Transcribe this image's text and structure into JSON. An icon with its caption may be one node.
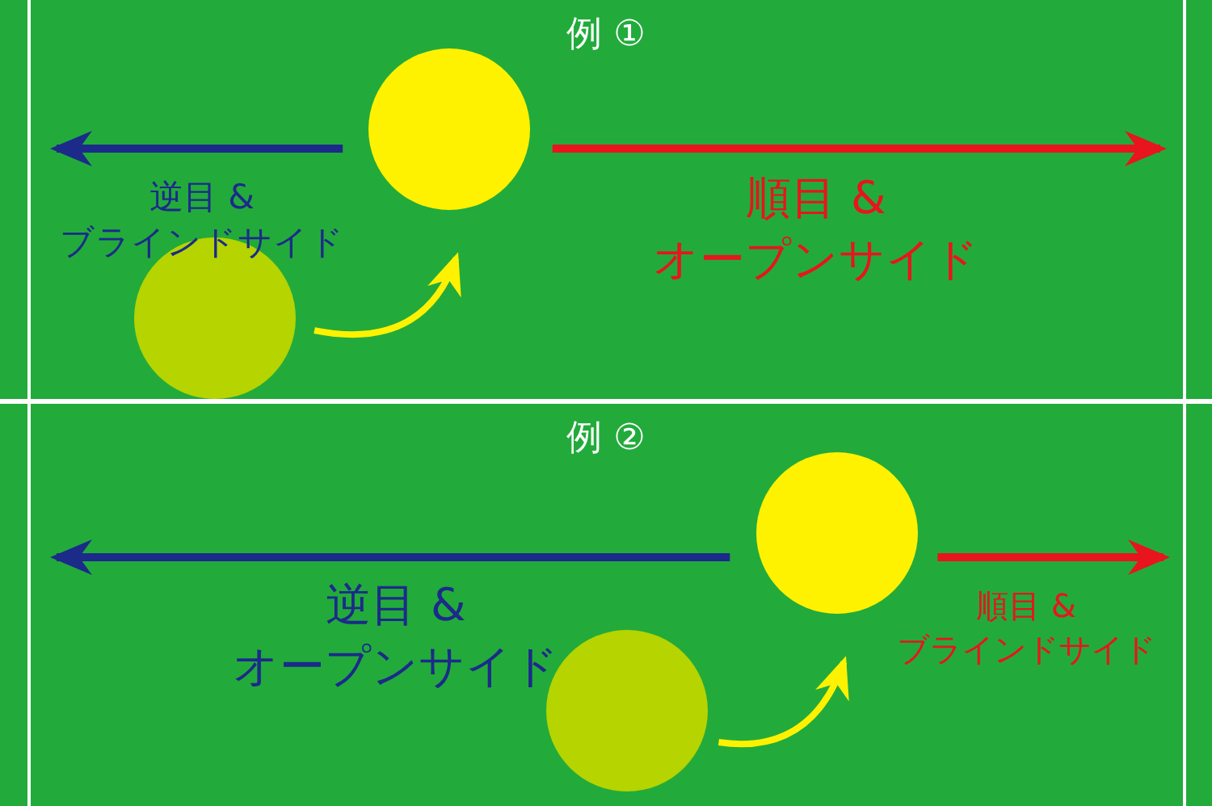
{
  "diagram": {
    "nodes": [
      {
        "text": [
          "例 ①"
        ]
      },
      {
        "text": [],
        "shape": "circle",
        "in": 0
      },
      {
        "text": [],
        "shape": "circle",
        "in": 0
      },
      {
        "text": [
          "例 ②"
        ]
      },
      {
        "text": [],
        "shape": "circle",
        "in": 3
      },
      {
        "text": [],
        "shape": "circle",
        "in": 3
      }
    ],
    "edges": [
      {
        "from": 1,
        "to": null,
        "arrow": "to",
        "color": "#1c2a8a"
      },
      {
        "from": 1,
        "to": null,
        "arrow": "to",
        "color": "#e8141e"
      },
      {
        "from": 2,
        "to": 1,
        "arrow": "to",
        "color": "#fff200"
      },
      {
        "from": 4,
        "to": null,
        "arrow": "to",
        "color": "#1c2a8a"
      },
      {
        "from": 4,
        "to": null,
        "arrow": "to",
        "color": "#e8141e"
      },
      {
        "from": 5,
        "to": 4,
        "arrow": "to",
        "color": "#fff200"
      }
    ],
    "labels": [
      "逆目 & ブラインドサイド",
      "順目 & オープンサイド",
      "逆目 & オープンサイド",
      "順目 & ブラインドサイド"
    ]
  }
}
